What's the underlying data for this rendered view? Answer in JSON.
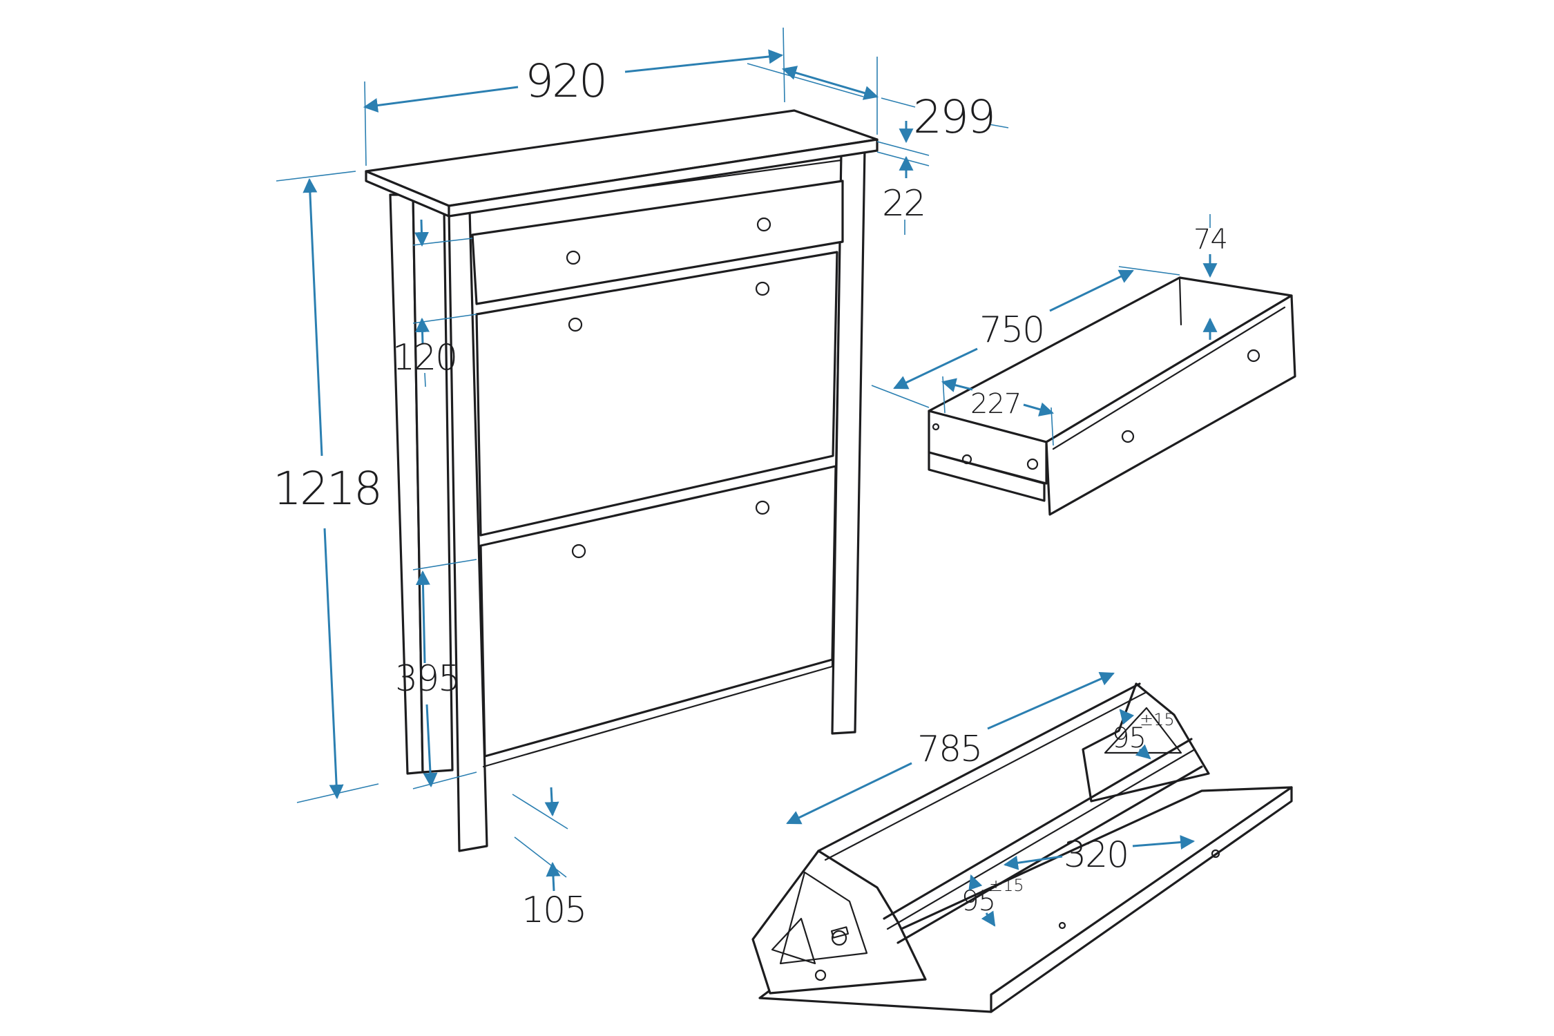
{
  "colors": {
    "line": "#1d1d1f",
    "dimension": "#2b7fb1",
    "background": "#ffffff"
  },
  "dimensions": {
    "cabinet_width": "920",
    "cabinet_depth": "299",
    "top_thickness": "22",
    "cabinet_height": "1218",
    "drawer_front_height": "120",
    "flap_height": "395",
    "leg_height": "105",
    "drawer_length": "750",
    "drawer_depth": "74",
    "drawer_inner_width": "227",
    "rack_length": "785",
    "rack_angle_top": "95",
    "rack_angle_top_tol": "±15",
    "rack_angle_bottom": "95",
    "rack_angle_bottom_tol": "±15",
    "rack_depth": "320"
  }
}
